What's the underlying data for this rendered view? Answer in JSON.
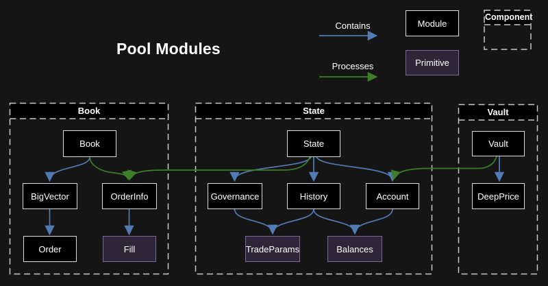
{
  "title": "Pool Modules",
  "legend": {
    "contains": "Contains",
    "processes": "Processes",
    "module": "Module",
    "primitive": "Primitive",
    "component": "Component"
  },
  "containers": [
    {
      "label": "Book"
    },
    {
      "label": "State"
    },
    {
      "label": "Vault"
    }
  ],
  "nodes": [
    {
      "label": "Book",
      "type": "module",
      "container": "Book"
    },
    {
      "label": "BigVector",
      "type": "module",
      "container": "Book"
    },
    {
      "label": "OrderInfo",
      "type": "module",
      "container": "Book"
    },
    {
      "label": "Order",
      "type": "module",
      "container": "Book"
    },
    {
      "label": "Fill",
      "type": "primitive",
      "container": "Book"
    },
    {
      "label": "State",
      "type": "module",
      "container": "State"
    },
    {
      "label": "Governance",
      "type": "module",
      "container": "State"
    },
    {
      "label": "History",
      "type": "module",
      "container": "State"
    },
    {
      "label": "Account",
      "type": "module",
      "container": "State"
    },
    {
      "label": "TradeParams",
      "type": "primitive",
      "container": "State"
    },
    {
      "label": "Balances",
      "type": "primitive",
      "container": "State"
    },
    {
      "label": "Vault",
      "type": "module",
      "container": "Vault"
    },
    {
      "label": "DeepPrice",
      "type": "module",
      "container": "Vault"
    }
  ],
  "edges": {
    "contains": [
      {
        "from": "Book",
        "to": "BigVector"
      },
      {
        "from": "BigVector",
        "to": "Order"
      },
      {
        "from": "OrderInfo",
        "to": "Fill"
      },
      {
        "from": "State",
        "to": "Governance"
      },
      {
        "from": "State",
        "to": "History"
      },
      {
        "from": "State",
        "to": "Account"
      },
      {
        "from": "Governance",
        "to": "TradeParams"
      },
      {
        "from": "History",
        "to": "TradeParams"
      },
      {
        "from": "History",
        "to": "Balances"
      },
      {
        "from": "Account",
        "to": "Balances"
      },
      {
        "from": "Vault",
        "to": "DeepPrice"
      }
    ],
    "processes": [
      {
        "from": "Book",
        "to": "OrderInfo"
      },
      {
        "from": "State",
        "to": "OrderInfo"
      },
      {
        "from": "Vault",
        "to": "Account"
      }
    ]
  },
  "colors": {
    "background": "#151515",
    "panel_fill": "#000000",
    "node_fill": "#000000",
    "node_border": "#dcdcdc",
    "primitive_fill": "#2e2539",
    "primitive_border": "#7a679c",
    "dashed_border": "#c9c9c9",
    "contains_edge": "#527bb3",
    "processes_edge": "#3e7e2a",
    "text": "#ffffff"
  }
}
